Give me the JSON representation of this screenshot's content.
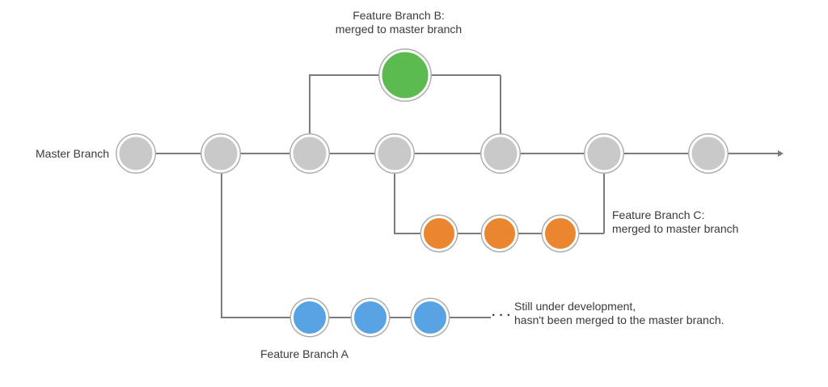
{
  "diagram": {
    "type": "git-branching-diagram",
    "labels": {
      "master": "Master Branch",
      "feature_b": {
        "line1": "Feature Branch B:",
        "line2": "merged to master branch"
      },
      "feature_c": {
        "line1": "Feature Branch C:",
        "line2": "merged to master branch"
      },
      "feature_a": "Feature Branch A",
      "feature_a_note": {
        "line1": "Still under development,",
        "line2": "hasn't been merged to the master branch."
      },
      "ellipsis": "···"
    },
    "colors": {
      "master_node": "#C9C9C9",
      "feature_b_node": "#5CBB4E",
      "feature_c_node": "#E9862F",
      "feature_a_node": "#57A3E3",
      "node_ring": "#ADADAD",
      "connector": "#7B7B7B",
      "text": "#3A3A3A",
      "background": "#FFFFFF"
    },
    "structure": {
      "master_commit_count": 7,
      "feature_b_commit_count": 1,
      "feature_b_status": "merged to master branch",
      "feature_c_commit_count": 3,
      "feature_c_status": "merged to master branch",
      "feature_a_commit_count": 3,
      "feature_a_status": "still under development, not merged"
    }
  }
}
